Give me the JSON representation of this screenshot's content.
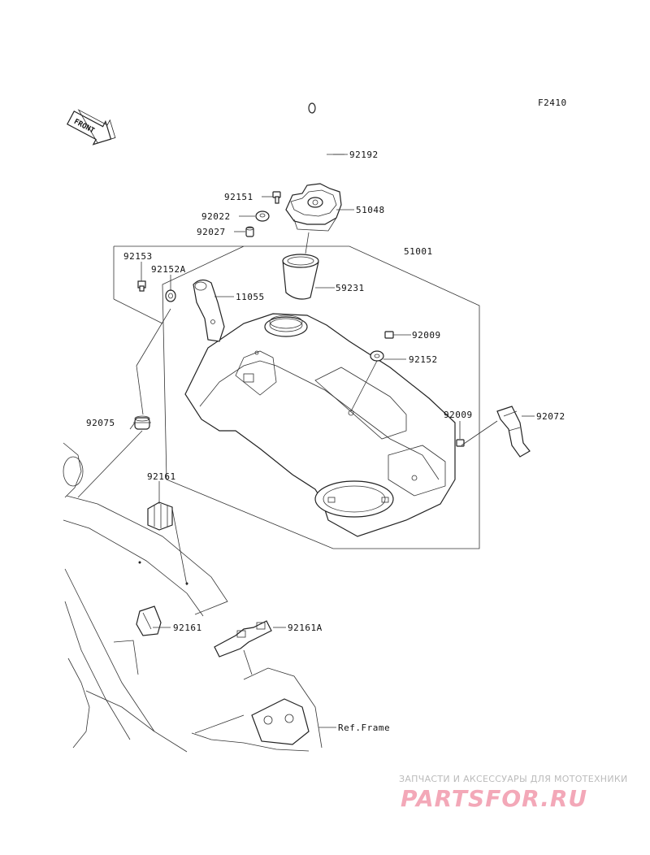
{
  "diagram": {
    "code": "F2410",
    "orientation_label": "FRONT",
    "reference_label": "Ref.Frame",
    "parts": {
      "p92192": "92192",
      "p92151": "92151",
      "p51048": "51048",
      "p92022": "92022",
      "p92027": "92027",
      "p51001": "51001",
      "p92153": "92153",
      "p92152A": "92152A",
      "p11055": "11055",
      "p59231": "59231",
      "p92009a": "92009",
      "p92152": "92152",
      "p92009b": "92009",
      "p92072": "92072",
      "p92075": "92075",
      "p92161a": "92161",
      "p92161b": "92161",
      "p92161A": "92161A"
    }
  },
  "watermark": {
    "subtitle": "ЗАПЧАСТИ И АКСЕССУАРЫ ДЛЯ МОТОТЕХНИКИ",
    "brand": "PARTSFOR.RU",
    "color": "#f3a8b8"
  }
}
